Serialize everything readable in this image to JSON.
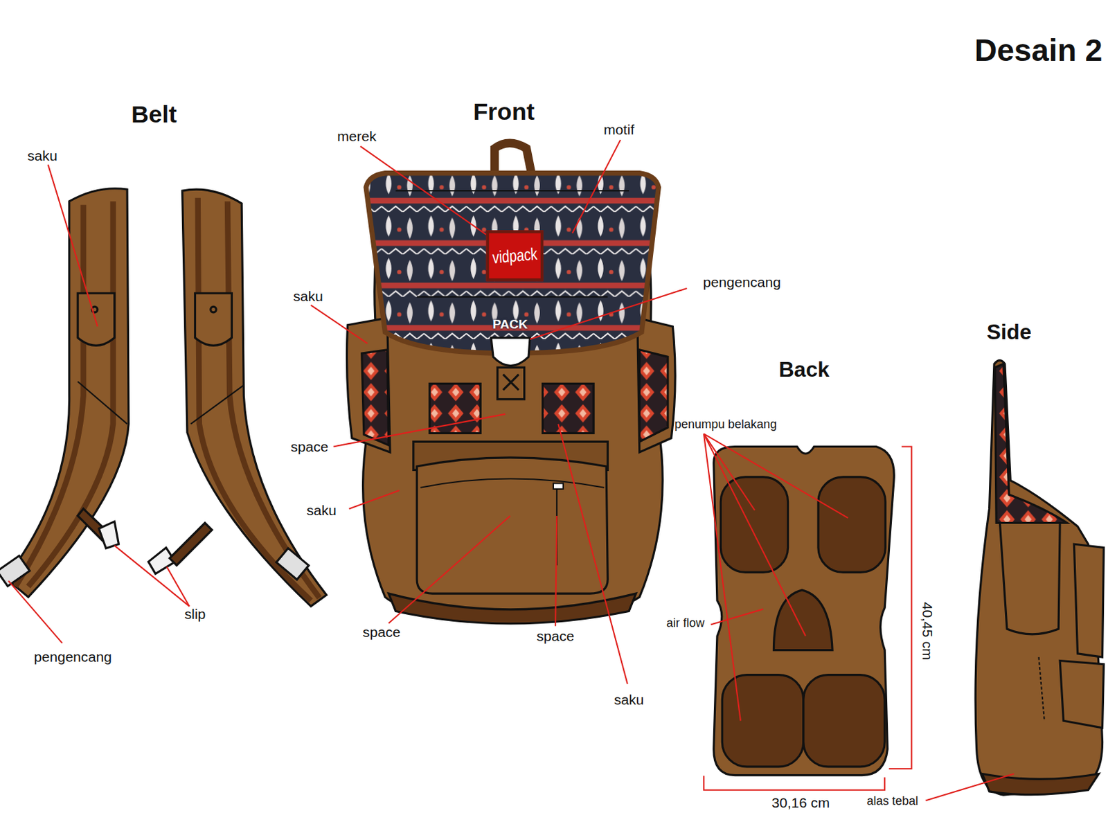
{
  "diagram": {
    "title": "Desain 2",
    "nodes": [
      {
        "text": [
          "vidpack"
        ]
      }
    ],
    "labels": [
      "Belt",
      "Front",
      "Back",
      "Side",
      "saku",
      "pengencang",
      "slip",
      "merek",
      "motif",
      "saku",
      "pengencang",
      "space",
      "saku",
      "space",
      "space",
      "saku",
      "penumpu belakang",
      "air flow",
      "40,45 cm",
      "30,16 cm",
      "alas tebal",
      "PACK"
    ]
  }
}
